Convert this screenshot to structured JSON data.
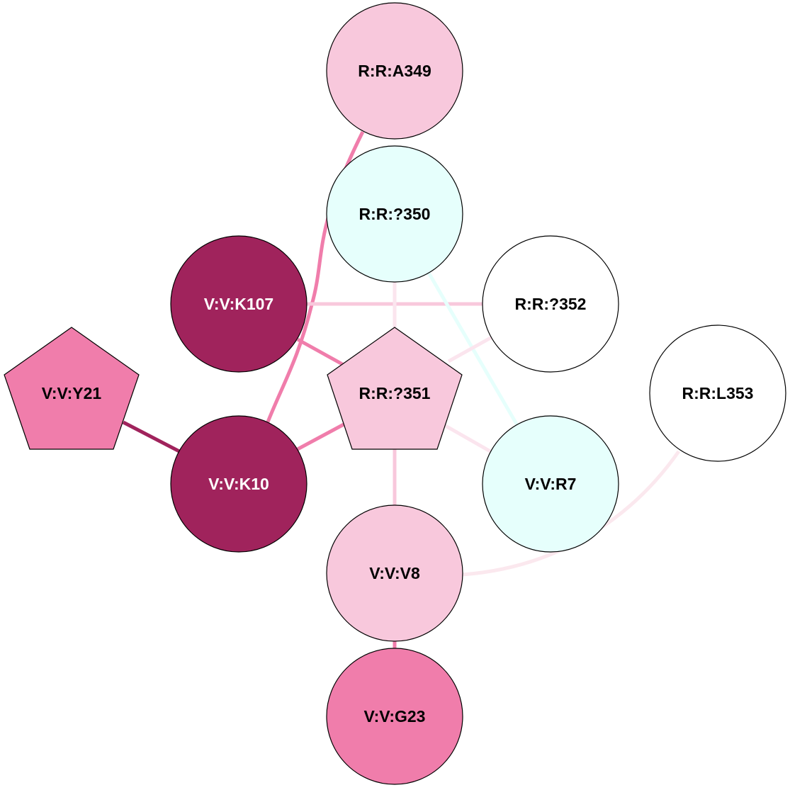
{
  "colors": {
    "dark": "#a0235c",
    "medium": "#f07dab",
    "light": "#f8c8dc",
    "faint": "#fbe5ee",
    "cyan": "#e6fffc",
    "white": "#ffffff"
  },
  "nodes": {
    "A349": {
      "label": "R:R:A349"
    },
    "Q350": {
      "label": "R:R:?350"
    },
    "K107": {
      "label": "V:V:K107"
    },
    "Q352": {
      "label": "R:R:?352"
    },
    "Y21": {
      "label": "V:V:Y21"
    },
    "Q351": {
      "label": "R:R:?351"
    },
    "L353": {
      "label": "R:R:L353"
    },
    "K10": {
      "label": "V:V:K10"
    },
    "R7": {
      "label": "V:V:R7"
    },
    "V8": {
      "label": "V:V:V8"
    },
    "G23": {
      "label": "V:V:G23"
    }
  }
}
